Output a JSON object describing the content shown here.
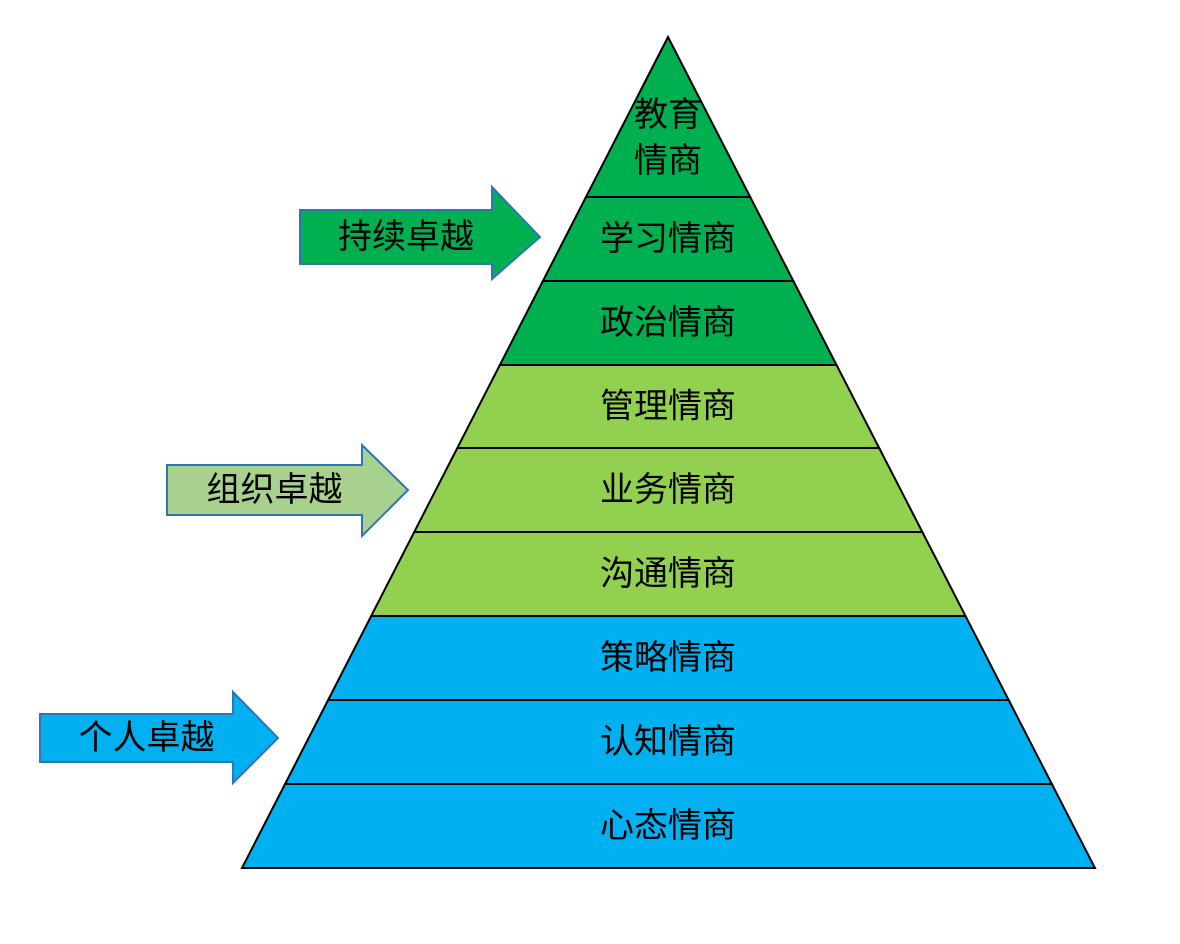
{
  "pyramid": {
    "tiers": [
      {
        "lines": [
          "教育",
          "情商"
        ],
        "color": "#00b050"
      },
      {
        "lines": [
          "学习情商"
        ],
        "color": "#00b050"
      },
      {
        "lines": [
          "政治情商"
        ],
        "color": "#00b050"
      },
      {
        "lines": [
          "管理情商"
        ],
        "color": "#92d050"
      },
      {
        "lines": [
          "业务情商"
        ],
        "color": "#92d050"
      },
      {
        "lines": [
          "沟通情商"
        ],
        "color": "#92d050"
      },
      {
        "lines": [
          "策略情商"
        ],
        "color": "#00b0f0"
      },
      {
        "lines": [
          "认知情商"
        ],
        "color": "#00b0f0"
      },
      {
        "lines": [
          "心态情商"
        ],
        "color": "#00b0f0"
      }
    ],
    "outline_color": "#000000"
  },
  "arrows": [
    {
      "label": "持续卓越",
      "color": "#00b050",
      "border": "#2e75b6"
    },
    {
      "label": "组织卓越",
      "color": "#a9d18e",
      "border": "#2e75b6"
    },
    {
      "label": "个人卓越",
      "color": "#00b0f0",
      "border": "#2e75b6"
    }
  ]
}
